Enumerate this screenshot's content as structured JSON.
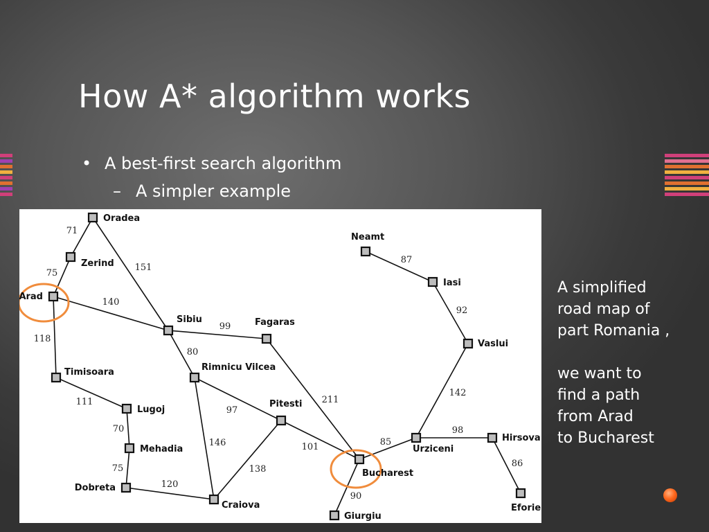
{
  "slide": {
    "title": "How A* algorithm works",
    "bullet_marker": "•",
    "bullet": "A best-first search algorithm",
    "sub_marker": "–",
    "sub_bullet": "A simpler example",
    "side_note": {
      "line1": "A simplified",
      "line2": "road map of",
      "line3": "part Romania ,",
      "line4": "we want to",
      "line5": "find a path",
      "line6": "from Arad",
      "line7": "to Bucharest"
    }
  },
  "map": {
    "cities": [
      {
        "id": "oradea",
        "name": "Oradea"
      },
      {
        "id": "zerind",
        "name": "Zerind"
      },
      {
        "id": "arad",
        "name": "Arad"
      },
      {
        "id": "timisoara",
        "name": "Timisoara"
      },
      {
        "id": "lugoj",
        "name": "Lugoj"
      },
      {
        "id": "mehadia",
        "name": "Mehadia"
      },
      {
        "id": "dobreta",
        "name": "Dobreta"
      },
      {
        "id": "craiova",
        "name": "Craiova"
      },
      {
        "id": "sibiu",
        "name": "Sibiu"
      },
      {
        "id": "rimnicu",
        "name": "Rimnicu Vilcea"
      },
      {
        "id": "fagaras",
        "name": "Fagaras"
      },
      {
        "id": "pitesti",
        "name": "Pitesti"
      },
      {
        "id": "bucharest",
        "name": "Bucharest"
      },
      {
        "id": "giurgiu",
        "name": "Giurgiu"
      },
      {
        "id": "urziceni",
        "name": "Urziceni"
      },
      {
        "id": "hirsova",
        "name": "Hirsova"
      },
      {
        "id": "eforie",
        "name": "Eforie"
      },
      {
        "id": "vaslui",
        "name": "Vaslui"
      },
      {
        "id": "iasi",
        "name": "Iasi"
      },
      {
        "id": "neamt",
        "name": "Neamt"
      }
    ],
    "roads": [
      {
        "from": "oradea",
        "to": "zerind",
        "distance": "71"
      },
      {
        "from": "zerind",
        "to": "arad",
        "distance": "75"
      },
      {
        "from": "oradea",
        "to": "sibiu",
        "distance": "151"
      },
      {
        "from": "arad",
        "to": "sibiu",
        "distance": "140"
      },
      {
        "from": "arad",
        "to": "timisoara",
        "distance": "118"
      },
      {
        "from": "timisoara",
        "to": "lugoj",
        "distance": "111"
      },
      {
        "from": "lugoj",
        "to": "mehadia",
        "distance": "70"
      },
      {
        "from": "mehadia",
        "to": "dobreta",
        "distance": "75"
      },
      {
        "from": "dobreta",
        "to": "craiova",
        "distance": "120"
      },
      {
        "from": "sibiu",
        "to": "fagaras",
        "distance": "99"
      },
      {
        "from": "sibiu",
        "to": "rimnicu",
        "distance": "80"
      },
      {
        "from": "rimnicu",
        "to": "pitesti",
        "distance": "97"
      },
      {
        "from": "rimnicu",
        "to": "craiova",
        "distance": "146"
      },
      {
        "from": "craiova",
        "to": "pitesti",
        "distance": "138"
      },
      {
        "from": "pitesti",
        "to": "bucharest",
        "distance": "101"
      },
      {
        "from": "fagaras",
        "to": "bucharest",
        "distance": "211"
      },
      {
        "from": "bucharest",
        "to": "giurgiu",
        "distance": "90"
      },
      {
        "from": "bucharest",
        "to": "urziceni",
        "distance": "85"
      },
      {
        "from": "urziceni",
        "to": "hirsova",
        "distance": "98"
      },
      {
        "from": "hirsova",
        "to": "eforie",
        "distance": "86"
      },
      {
        "from": "urziceni",
        "to": "vaslui",
        "distance": "142"
      },
      {
        "from": "vaslui",
        "to": "iasi",
        "distance": "92"
      },
      {
        "from": "iasi",
        "to": "neamt",
        "distance": "87"
      }
    ],
    "highlighted": [
      "arad",
      "bucharest"
    ],
    "highlight_color": "#f08c3c"
  }
}
